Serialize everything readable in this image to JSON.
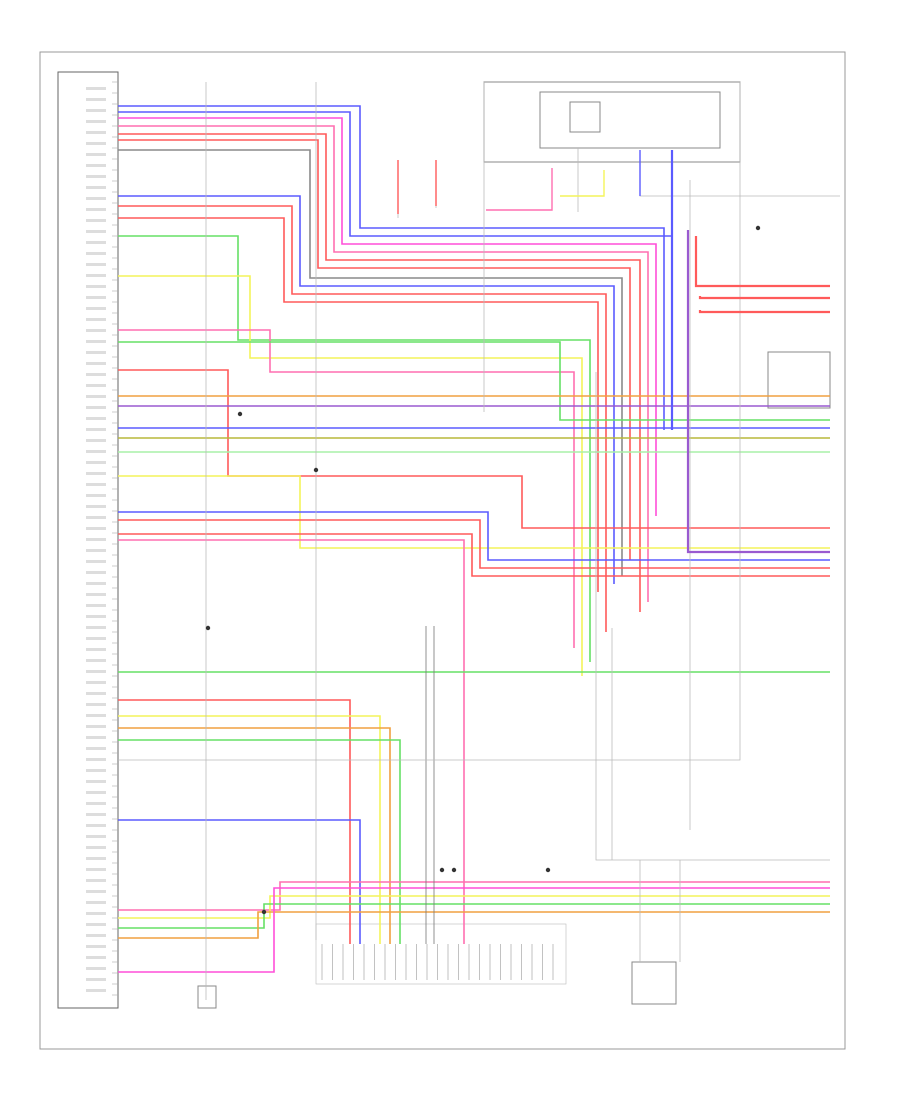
{
  "diagram": {
    "title": "",
    "caption": "",
    "left_module_label": "",
    "relay_label": "",
    "bottom_connector_label": "",
    "colors": {
      "frame": "#999999",
      "blue": "#5b5bff",
      "red": "#ff5a5a",
      "pink": "#ff6fb0",
      "magenta": "#ff4fd8",
      "yellow": "#f4f45a",
      "green": "#66e066",
      "lightgreen": "#a8f0a8",
      "olive": "#b8b83a",
      "orange": "#f0a040",
      "purple": "#9a5ad0",
      "gray": "#8a8a8a",
      "black": "#333333"
    },
    "wires": [
      {
        "id": "w01",
        "color": "blue"
      },
      {
        "id": "w02",
        "color": "blue"
      },
      {
        "id": "w03",
        "color": "magenta"
      },
      {
        "id": "w04",
        "color": "pink"
      },
      {
        "id": "w05",
        "color": "red"
      },
      {
        "id": "w06",
        "color": "red"
      },
      {
        "id": "w07",
        "color": "gray"
      },
      {
        "id": "w08",
        "color": "blue"
      },
      {
        "id": "w09",
        "color": "red"
      },
      {
        "id": "w10",
        "color": "red"
      },
      {
        "id": "w11",
        "color": "green"
      },
      {
        "id": "w12",
        "color": "yellow"
      },
      {
        "id": "w13",
        "color": "pink"
      },
      {
        "id": "w14",
        "color": "green"
      },
      {
        "id": "w15",
        "color": "red"
      },
      {
        "id": "w16",
        "color": "orange"
      },
      {
        "id": "w17",
        "color": "purple"
      },
      {
        "id": "w18",
        "color": "blue"
      },
      {
        "id": "w19",
        "color": "olive"
      },
      {
        "id": "w20",
        "color": "lightgreen"
      },
      {
        "id": "w21",
        "color": "yellow"
      },
      {
        "id": "w22",
        "color": "blue"
      },
      {
        "id": "w23",
        "color": "red"
      },
      {
        "id": "w24",
        "color": "red"
      },
      {
        "id": "w25",
        "color": "pink"
      },
      {
        "id": "w26",
        "color": "green"
      },
      {
        "id": "w27",
        "color": "red"
      },
      {
        "id": "w28",
        "color": "yellow"
      },
      {
        "id": "w29",
        "color": "orange"
      },
      {
        "id": "w30",
        "color": "green"
      },
      {
        "id": "w31",
        "color": "blue"
      },
      {
        "id": "w32",
        "color": "pink"
      },
      {
        "id": "w33",
        "color": "yellow"
      },
      {
        "id": "w34",
        "color": "green"
      },
      {
        "id": "w35",
        "color": "orange"
      },
      {
        "id": "w36",
        "color": "magenta"
      }
    ]
  }
}
